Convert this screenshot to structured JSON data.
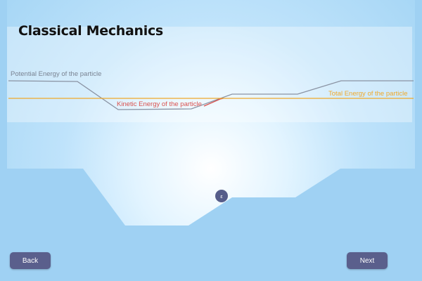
{
  "page": {
    "title": "Classical Mechanics"
  },
  "labels": {
    "potential_energy": "Potential Energy of the particle",
    "kinetic_energy": "Kinetic Energy of the particle",
    "total_energy": "Total Energy of the particle"
  },
  "particle": {
    "glyph": "ε"
  },
  "nav": {
    "back_label": "Back",
    "next_label": "Next"
  },
  "colors": {
    "potential": "#8a93a3",
    "kinetic": "#d9534f",
    "total": "#f0a92a",
    "terrain": "#9ecff2",
    "button": "#5a5f8c"
  }
}
